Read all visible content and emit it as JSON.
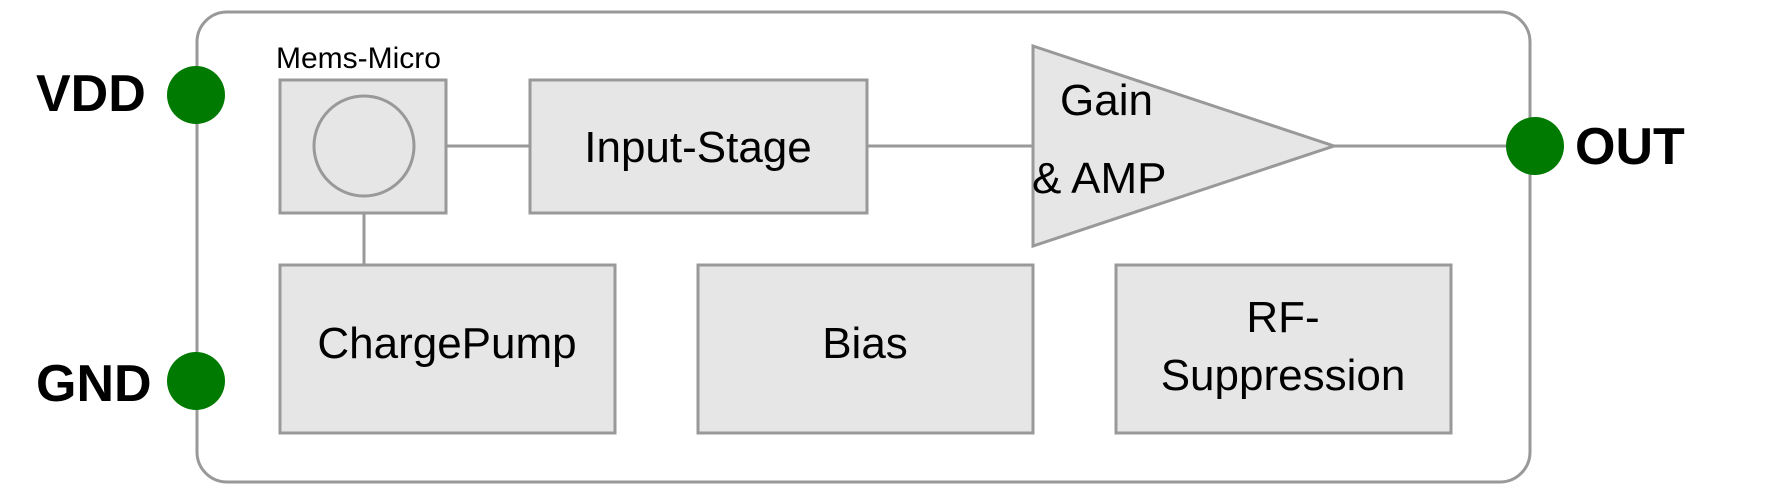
{
  "pins": {
    "vdd": "VDD",
    "gnd": "GND",
    "out": "OUT"
  },
  "blocks": {
    "mems_label": "Mems-Micro",
    "input_stage": "Input-Stage",
    "gain_line1": "Gain",
    "gain_line2": "& AMP",
    "charge_pump": "ChargePump",
    "bias": "Bias",
    "rf_line1": "RF-",
    "rf_line2": "Suppression"
  },
  "colors": {
    "pin": "#007a00",
    "block_fill": "#e6e6e6",
    "border": "#999999"
  }
}
